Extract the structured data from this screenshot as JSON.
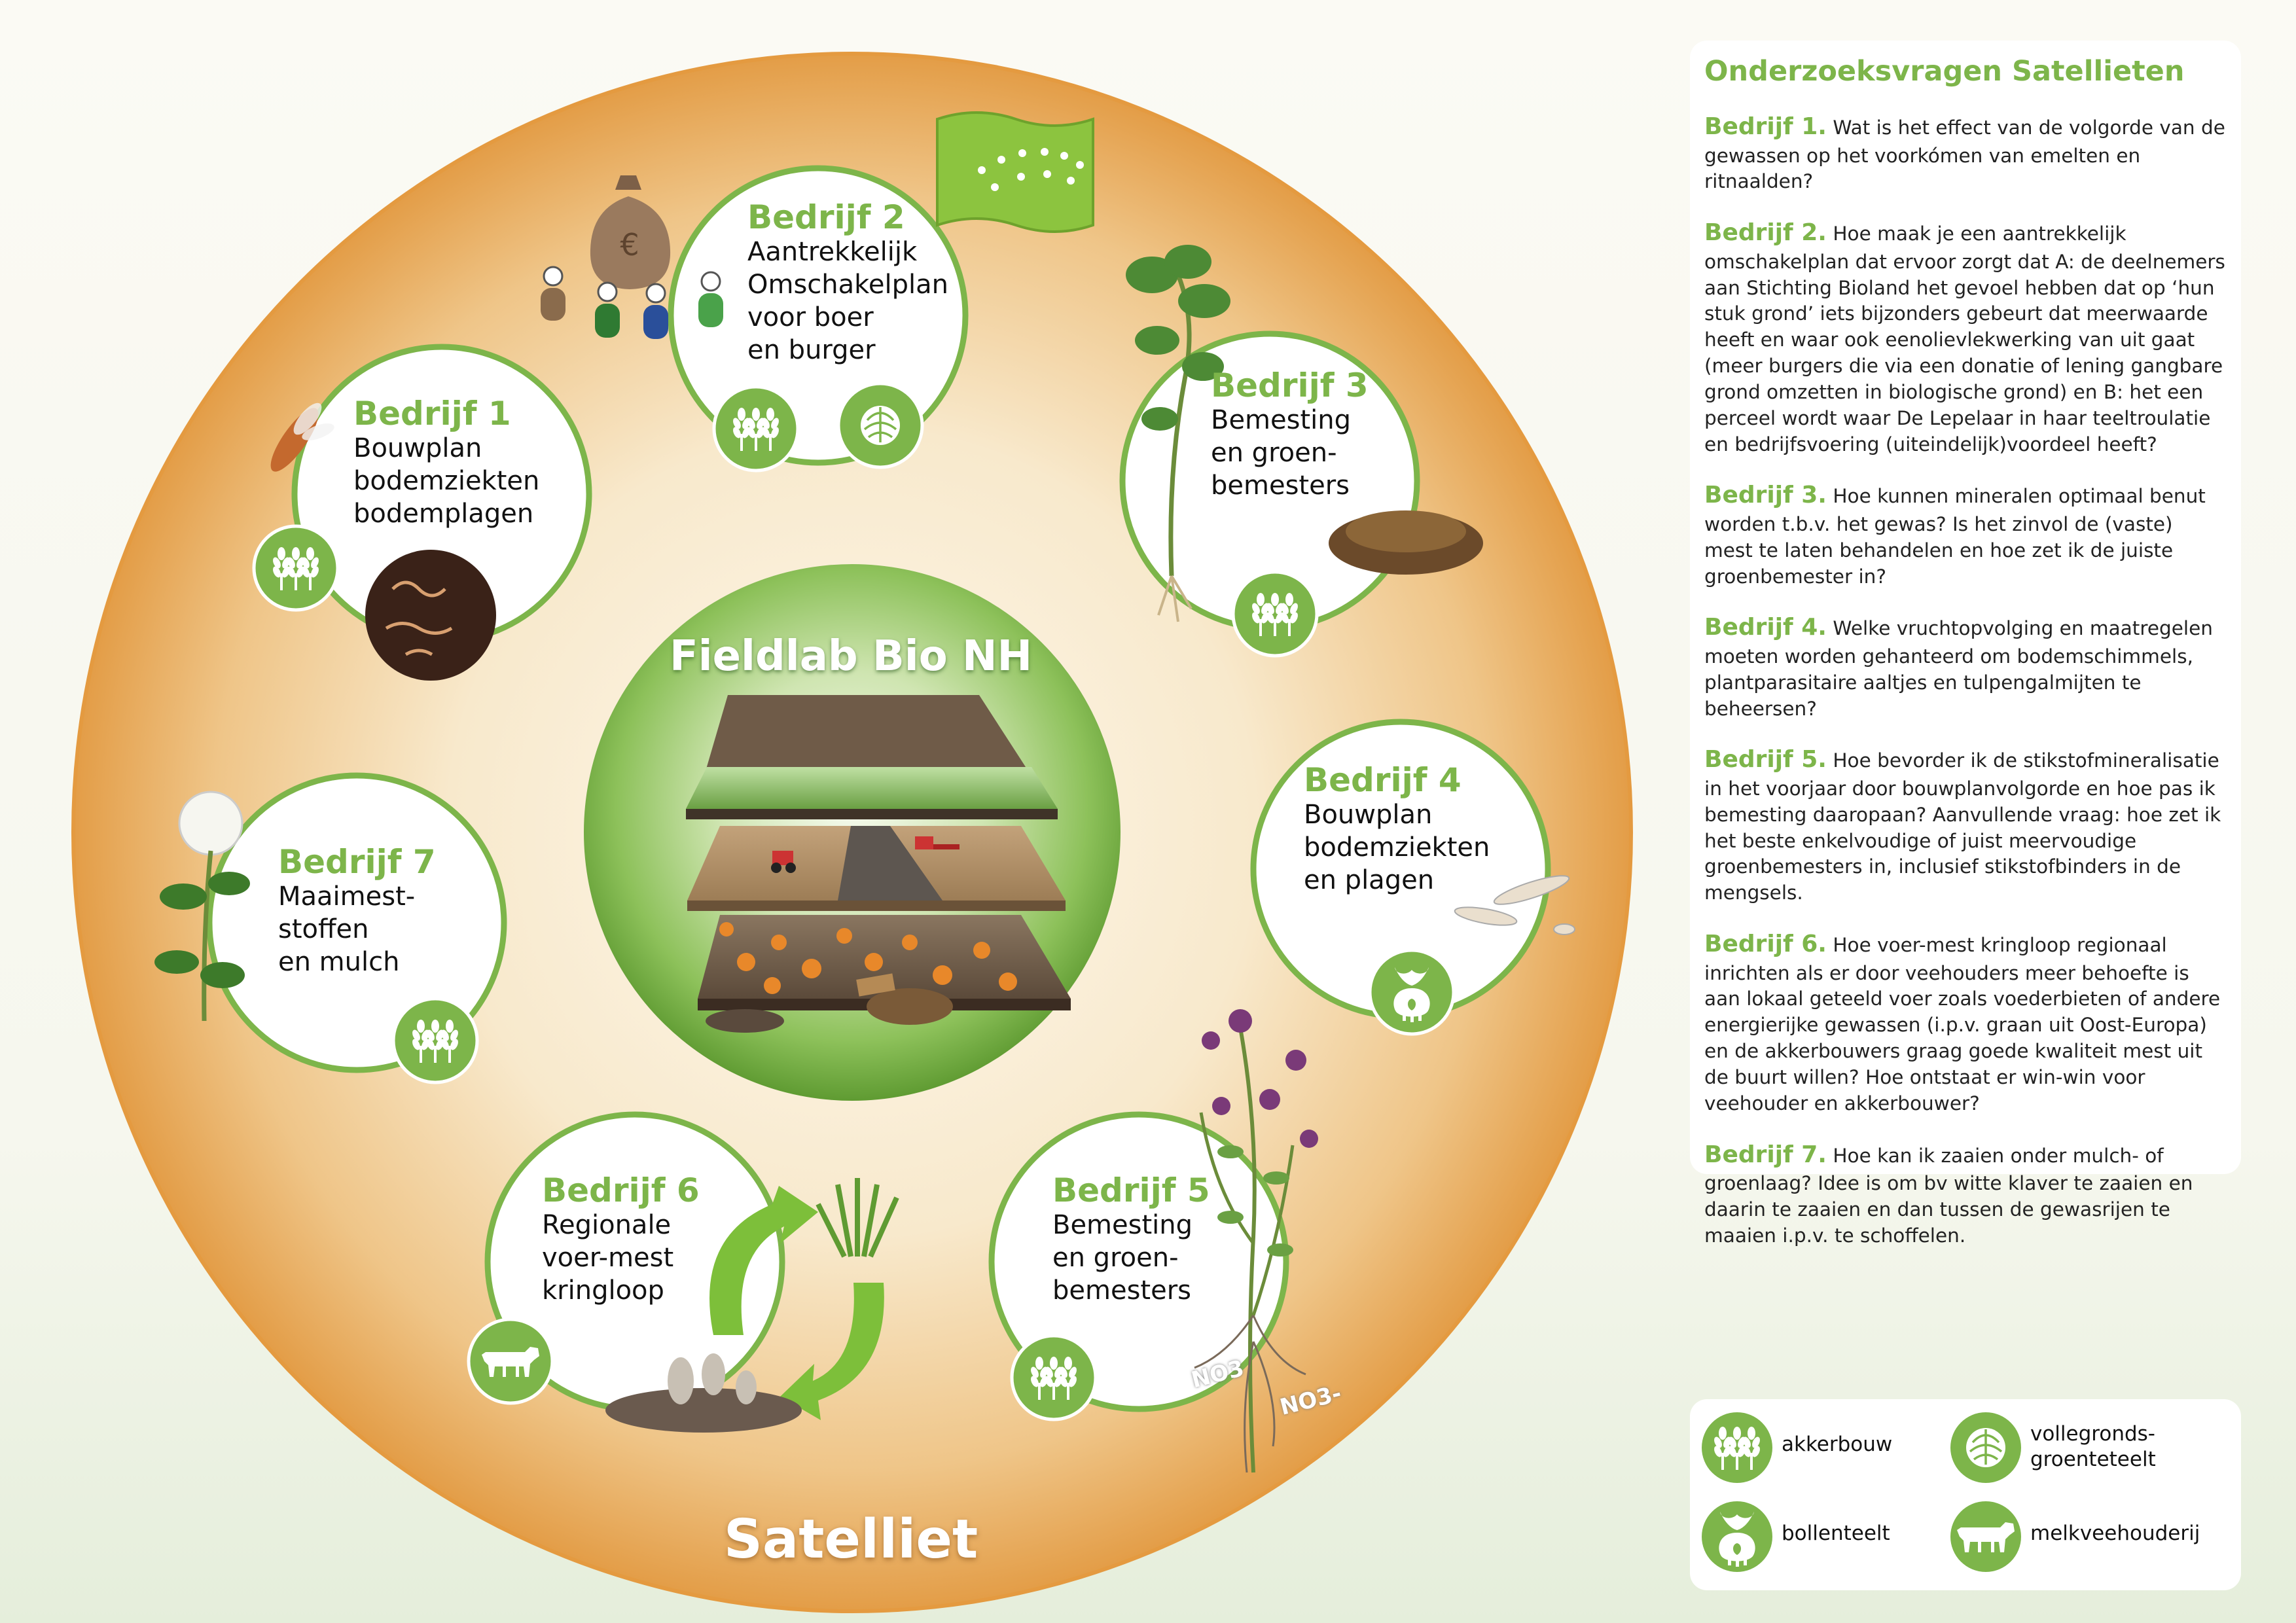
{
  "diagram": {
    "center_title": "Fieldlab Bio NH",
    "ring_label": "Satelliet",
    "nodes": [
      {
        "title": "Bedrijf 1",
        "subtitle": "Bouwplan\nbodemziekten\nbodemplagen"
      },
      {
        "title": "Bedrijf 2",
        "subtitle": "Aantrekkelijk\nOmschakelplan\nvoor boer\nen burger"
      },
      {
        "title": "Bedrijf 3",
        "subtitle": "Bemesting\nen groen-\nbemesters"
      },
      {
        "title": "Bedrijf 4",
        "subtitle": "Bouwplan\nbodemziekten\nen plagen"
      },
      {
        "title": "Bedrijf 5",
        "subtitle": "Bemesting\nen groen-\nbemesters"
      },
      {
        "title": "Bedrijf 6",
        "subtitle": "Regionale\nvoer-mest\nkringloop"
      },
      {
        "title": "Bedrijf 7",
        "subtitle": "Maaimest-\nstoffen\nen mulch"
      }
    ],
    "no3_labels": [
      "NO3",
      "NO3-"
    ]
  },
  "questions": {
    "title": "Onderzoeksvragen Satellieten",
    "items": [
      {
        "label": "Bedrijf 1.",
        "text": "Wat is het effect van de volgorde van de gewassen op het voorkómen van emelten en ritnaalden?"
      },
      {
        "label": "Bedrijf 2.",
        "text": "Hoe maak je een aantrekkelijk omschakelplan dat ervoor zorgt dat A: de deelnemers aan Stichting Bioland het gevoel hebben dat op ‘hun stuk grond’ iets bijzonders gebeurt dat meerwaarde heeft en waar ook eenolievlekwerking van uit gaat (meer burgers die via een donatie of lening gangbare grond omzetten in biologische grond) en B: het een perceel wordt waar De Lepelaar in haar teeltroulatie en bedrijfsvoering (uiteindelijk)voordeel heeft?"
      },
      {
        "label": "Bedrijf 3.",
        "text": "Hoe kunnen mineralen optimaal benut worden t.b.v. het gewas? Is het zinvol de (vaste) mest te laten behandelen en hoe zet ik de juiste groenbemester in?"
      },
      {
        "label": "Bedrijf 4.",
        "text": "Welke vruchtopvolging en maatregelen moeten worden gehanteerd om bodemschimmels, plantparasitaire aaltjes en tulpengalmijten te beheersen?"
      },
      {
        "label": "Bedrijf 5.",
        "text": "Hoe bevorder ik de stikstofmineralisatie in het voorjaar door bouwplanvolgorde en hoe pas ik bemesting daaropaan? Aanvullende vraag: hoe zet ik het beste enkelvoudige of juist meervoudige groenbemesters in, inclusief stikstofbinders in de mengsels."
      },
      {
        "label": "Bedrijf 6.",
        "text": "Hoe voer-mest kringloop regionaal inrichten als er door veehouders meer behoefte is aan lokaal geteeld voer zoals voederbieten of andere energierijke gewassen (i.p.v. graan uit Oost-Europa) en de akkerbouwers graag goede kwaliteit mest uit de buurt willen? Hoe ontstaat er win-win voor veehouder en akkerbouwer?"
      },
      {
        "label": "Bedrijf 7.",
        "text": "Hoe kan ik zaaien onder mulch- of groenlaag? Idee is om bv witte klaver te zaaien en daarin te zaaien en dan tussen de gewasrijen te maaien i.p.v. te schoffelen."
      }
    ]
  },
  "legend": {
    "items": [
      {
        "icon": "wheat-icon",
        "label": "akkerbouw"
      },
      {
        "icon": "cabbage-icon",
        "label": "vollegronds-\ngroenteteelt"
      },
      {
        "icon": "bulb-icon",
        "label": "bollenteelt"
      },
      {
        "icon": "cow-icon",
        "label": "melkveehouderij"
      }
    ]
  },
  "colors": {
    "brand_green": "#7db54a",
    "ring_orange": "#e9a54e",
    "ring_light": "#fbf3e2",
    "center_green": "#5f9b32"
  }
}
